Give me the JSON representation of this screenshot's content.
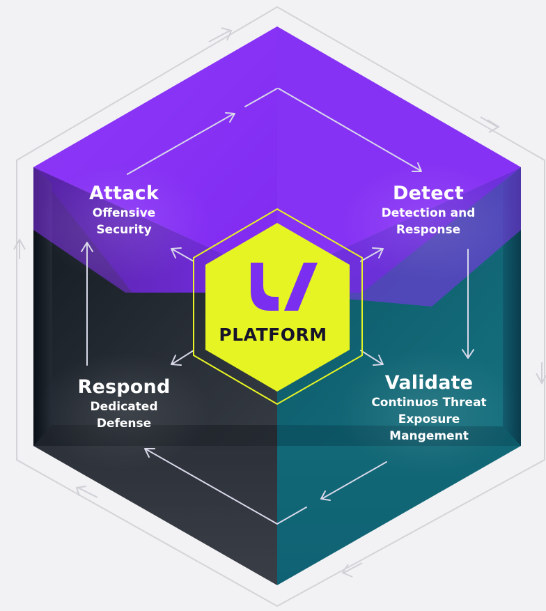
{
  "center": {
    "label": "PLATFORM",
    "logo_icon": "stylized-v-logo-icon"
  },
  "quadrants": {
    "attack": {
      "title": "Attack",
      "subtitle": "Offensive\nSecurity"
    },
    "detect": {
      "title": "Detect",
      "subtitle": "Detection and\nResponse"
    },
    "validate": {
      "title": "Validate",
      "subtitle": "Continuos Threat\nExposure\nMangement"
    },
    "respond": {
      "title": "Respond",
      "subtitle": "Dedicated\nDefense"
    }
  },
  "colors": {
    "background": "#f2f2f4",
    "purple": "#8a35f7",
    "teal": "#0f6072",
    "dark": "#2c3038",
    "center_lime": "#e6f424",
    "center_text": "#17132a"
  },
  "icons": {
    "cycle_arrows": "arrow-icon",
    "outer_frame": "hexagon-outline"
  }
}
